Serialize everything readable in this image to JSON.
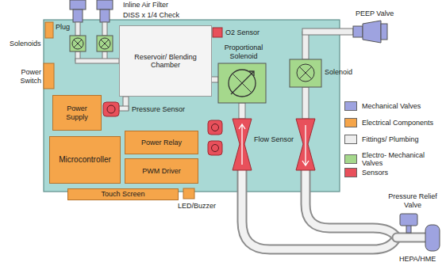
{
  "diagram": {
    "nodes": [
      {
        "text": [
          "Reservoir/ Blending Chamber"
        ]
      },
      {
        "text": [
          "Power Supply"
        ]
      },
      {
        "text": [
          "Microcontroller"
        ]
      },
      {
        "text": [
          "Power Relay"
        ]
      },
      {
        "text": [
          "PWM Driver"
        ]
      },
      {
        "text": [
          "Touch Screen"
        ]
      }
    ],
    "labels": [
      "Inline Air Filter",
      "DISS x 1/4 Check",
      "Plug",
      "Solenoids",
      "Power Switch",
      "O2 Sensor",
      "PEEP Valve",
      "Proportional Solenoid",
      "Solenoid",
      "Pressure Sensor",
      "Flow Sensor",
      "LED/Buzzer",
      "Pressure Relief Valve",
      "HEPA/HME"
    ],
    "legend": [
      {
        "text": "Mechanical Valves",
        "color": "#9ea3e0"
      },
      {
        "text": "Electrical Components",
        "color": "#f5a54a"
      },
      {
        "text": "Fittings/ Plumbing",
        "color": "#eeeeee"
      },
      {
        "text": "Electro- Mechanical Valves",
        "color": "#a5d88c"
      },
      {
        "text": "Sensors",
        "color": "#e8505b"
      }
    ]
  }
}
